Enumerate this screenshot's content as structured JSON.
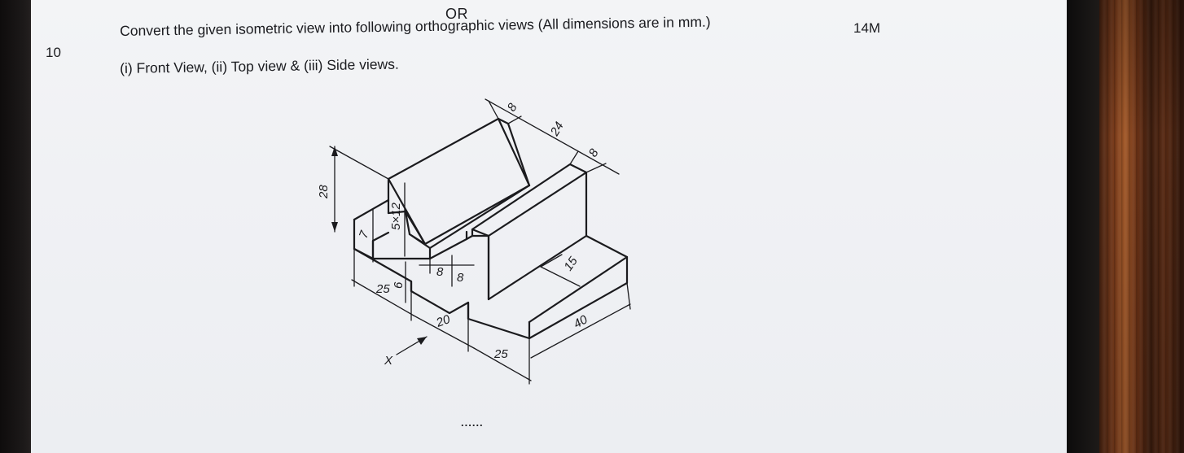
{
  "question": {
    "or_label": "OR",
    "number": "10",
    "line1": "Convert the given isometric view into following orthographic views (All dimensions are in mm.)",
    "marks": "14M",
    "line2": "(i) Front View, (ii) Top view & (iii) Side views.",
    "end_mark": "......"
  },
  "drawing": {
    "axis_label": "X",
    "dimensions": {
      "d_8_top_left": "8",
      "d_24_top": "24",
      "d_8_top_right": "8",
      "d_28_height": "28",
      "d_7": "7",
      "d_5x12": "5×12",
      "d_6": "6",
      "d_8_slot_a": "8",
      "d_8_slot_b": "8",
      "d_15": "15",
      "d_25_left": "25",
      "d_20": "20",
      "d_25_bottom": "25",
      "d_40": "40"
    }
  }
}
